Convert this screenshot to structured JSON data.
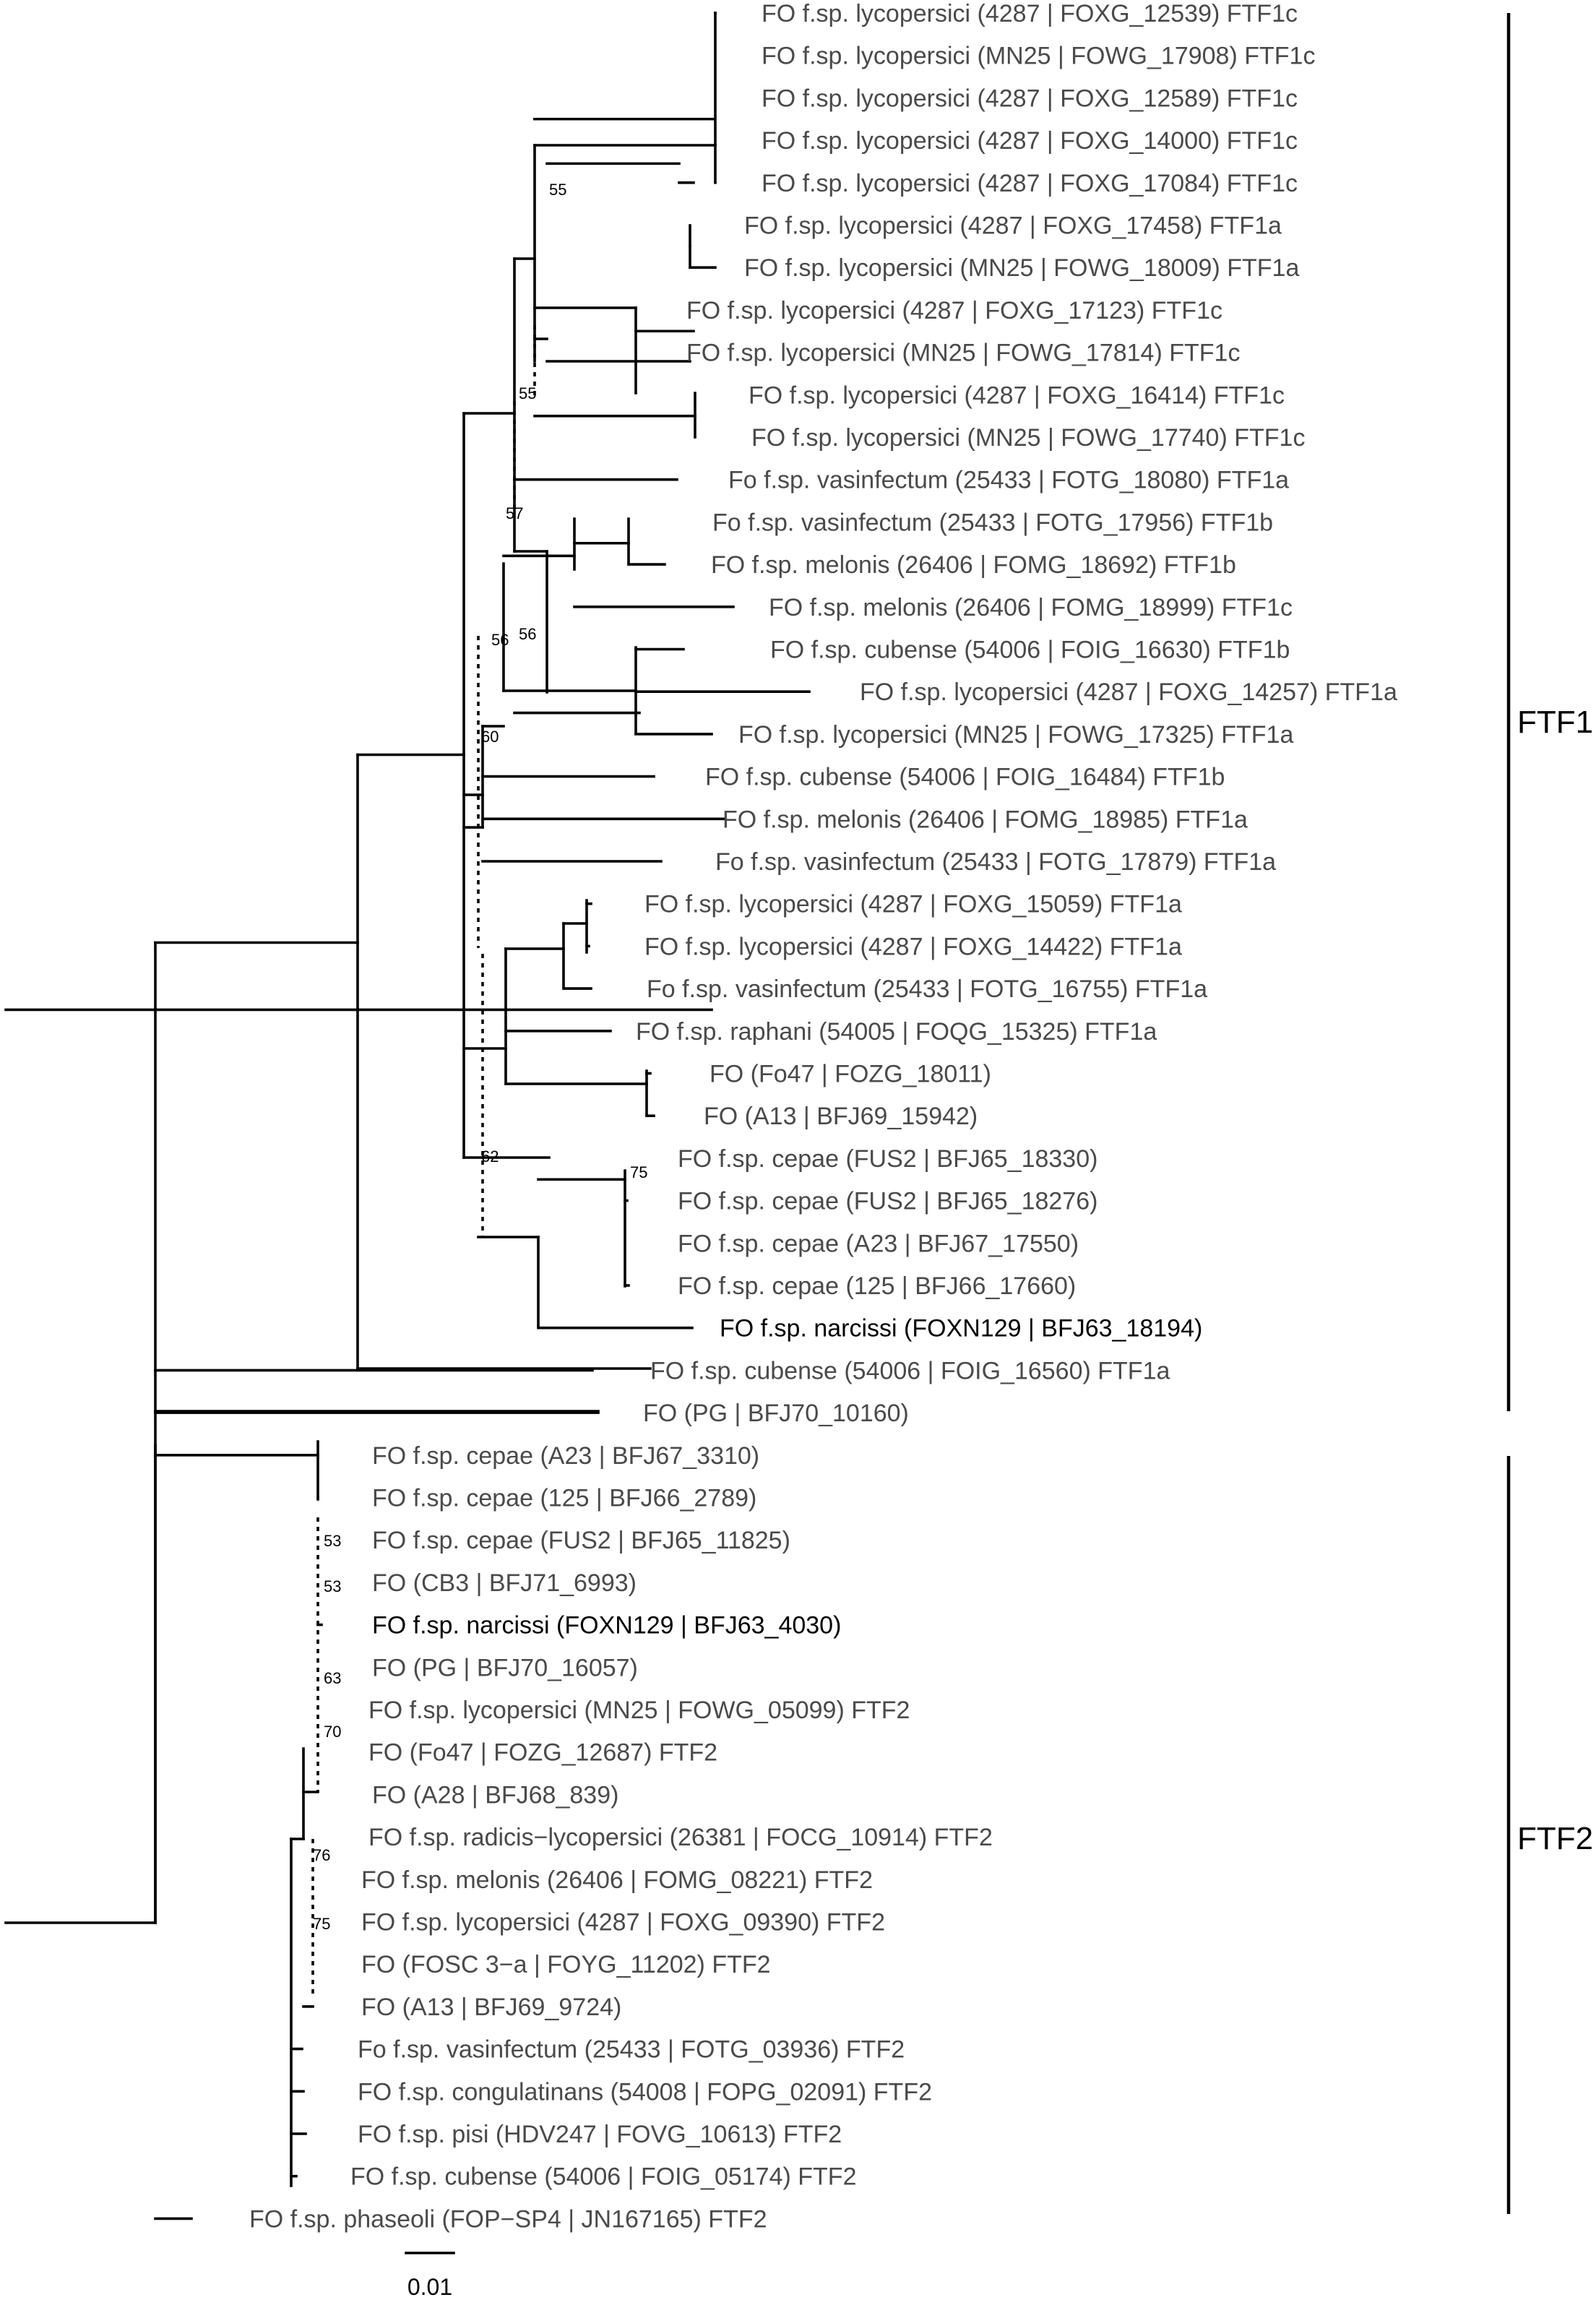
{
  "tips": [
    "FO f.sp. lycopersici (4287 | FOXG_12539) FTF1c",
    "FO f.sp. lycopersici (MN25 | FOWG_17908) FTF1c",
    "FO f.sp. lycopersici (4287 | FOXG_12589) FTF1c",
    "FO f.sp. lycopersici (4287 | FOXG_14000) FTF1c",
    "FO f.sp. lycopersici (4287 | FOXG_17084) FTF1c",
    "FO f.sp. lycopersici (4287 | FOXG_17458) FTF1a",
    "FO f.sp. lycopersici (MN25 | FOWG_18009) FTF1a",
    "FO f.sp. lycopersici (4287 | FOXG_17123) FTF1c",
    "FO f.sp. lycopersici (MN25 | FOWG_17814) FTF1c",
    "FO f.sp. lycopersici (4287 | FOXG_16414) FTF1c",
    "FO f.sp. lycopersici (MN25 | FOWG_17740) FTF1c",
    "Fo f.sp. vasinfectum (25433 | FOTG_18080) FTF1a",
    "Fo f.sp. vasinfectum (25433 | FOTG_17956) FTF1b",
    "FO f.sp. melonis (26406 | FOMG_18692) FTF1b",
    "FO f.sp. melonis (26406 | FOMG_18999) FTF1c",
    "FO f.sp. cubense (54006 | FOIG_16630) FTF1b",
    "FO f.sp. lycopersici (4287 | FOXG_14257) FTF1a",
    "FO f.sp. lycopersici (MN25 | FOWG_17325) FTF1a",
    "FO f.sp. cubense (54006 | FOIG_16484) FTF1b",
    "FO f.sp. melonis (26406 | FOMG_18985) FTF1a",
    "Fo f.sp. vasinfectum (25433 | FOTG_17879) FTF1a",
    "FO f.sp. lycopersici (4287 | FOXG_15059) FTF1a",
    "FO f.sp. lycopersici (4287 | FOXG_14422) FTF1a",
    "Fo f.sp. vasinfectum (25433 | FOTG_16755) FTF1a",
    "FO f.sp. raphani (54005 | FOQG_15325) FTF1a",
    "FO (Fo47 | FOZG_18011)",
    "FO (A13 | BFJ69_15942)",
    "FO f.sp. cepae (FUS2 | BFJ65_18330)",
    "FO f.sp. cepae (FUS2 | BFJ65_18276)",
    "FO f.sp. cepae (A23 | BFJ67_17550)",
    "FO f.sp. cepae (125 | BFJ66_17660)",
    "FO f.sp. narcissi (FOXN129 | BFJ63_18194)",
    "FO f.sp. cubense (54006 | FOIG_16560) FTF1a",
    "FO (PG | BFJ70_10160)",
    "FO f.sp. cepae (A23 | BFJ67_3310)",
    "FO f.sp. cepae (125 | BFJ66_2789)",
    "FO f.sp. cepae (FUS2 | BFJ65_11825)",
    "FO (CB3 | BFJ71_6993)",
    "FO f.sp. narcissi (FOXN129 | BFJ63_4030)",
    "FO (PG | BFJ70_16057)",
    "FO f.sp. lycopersici (MN25 | FOWG_05099) FTF2",
    "FO (Fo47 | FOZG_12687) FTF2",
    "FO (A28 | BFJ68_839)",
    "FO f.sp. radicis−lycopersici (26381 | FOCG_10914) FTF2",
    "FO f.sp. melonis (26406 | FOMG_08221) FTF2",
    "FO f.sp. lycopersici (4287 | FOXG_09390) FTF2",
    "FO (FOSC 3−a | FOYG_11202) FTF2",
    "FO (A13 | BFJ69_9724)",
    "Fo f.sp. vasinfectum (25433 | FOTG_03936) FTF2",
    "FO f.sp. congulatinans (54008 | FOPG_02091) FTF2",
    "FO f.sp. pisi (HDV247 | FOVG_10613) FTF2",
    "FO f.sp. cubense (54006 | FOIG_05174) FTF2",
    "FO f.sp. phaseoli (FOP−SP4 | JN167165) FTF2"
  ],
  "highlighted_tips": [
    31,
    38
  ],
  "support_values": [
    "55",
    "55",
    "57",
    "56",
    "56",
    "60",
    "62",
    "75",
    "53",
    "53",
    "63",
    "70",
    "76",
    "75"
  ],
  "clades": [
    {
      "label": "FTF1"
    },
    {
      "label": "FTF2"
    }
  ],
  "scale_bar": {
    "label": "0.01",
    "value": 0.01
  }
}
